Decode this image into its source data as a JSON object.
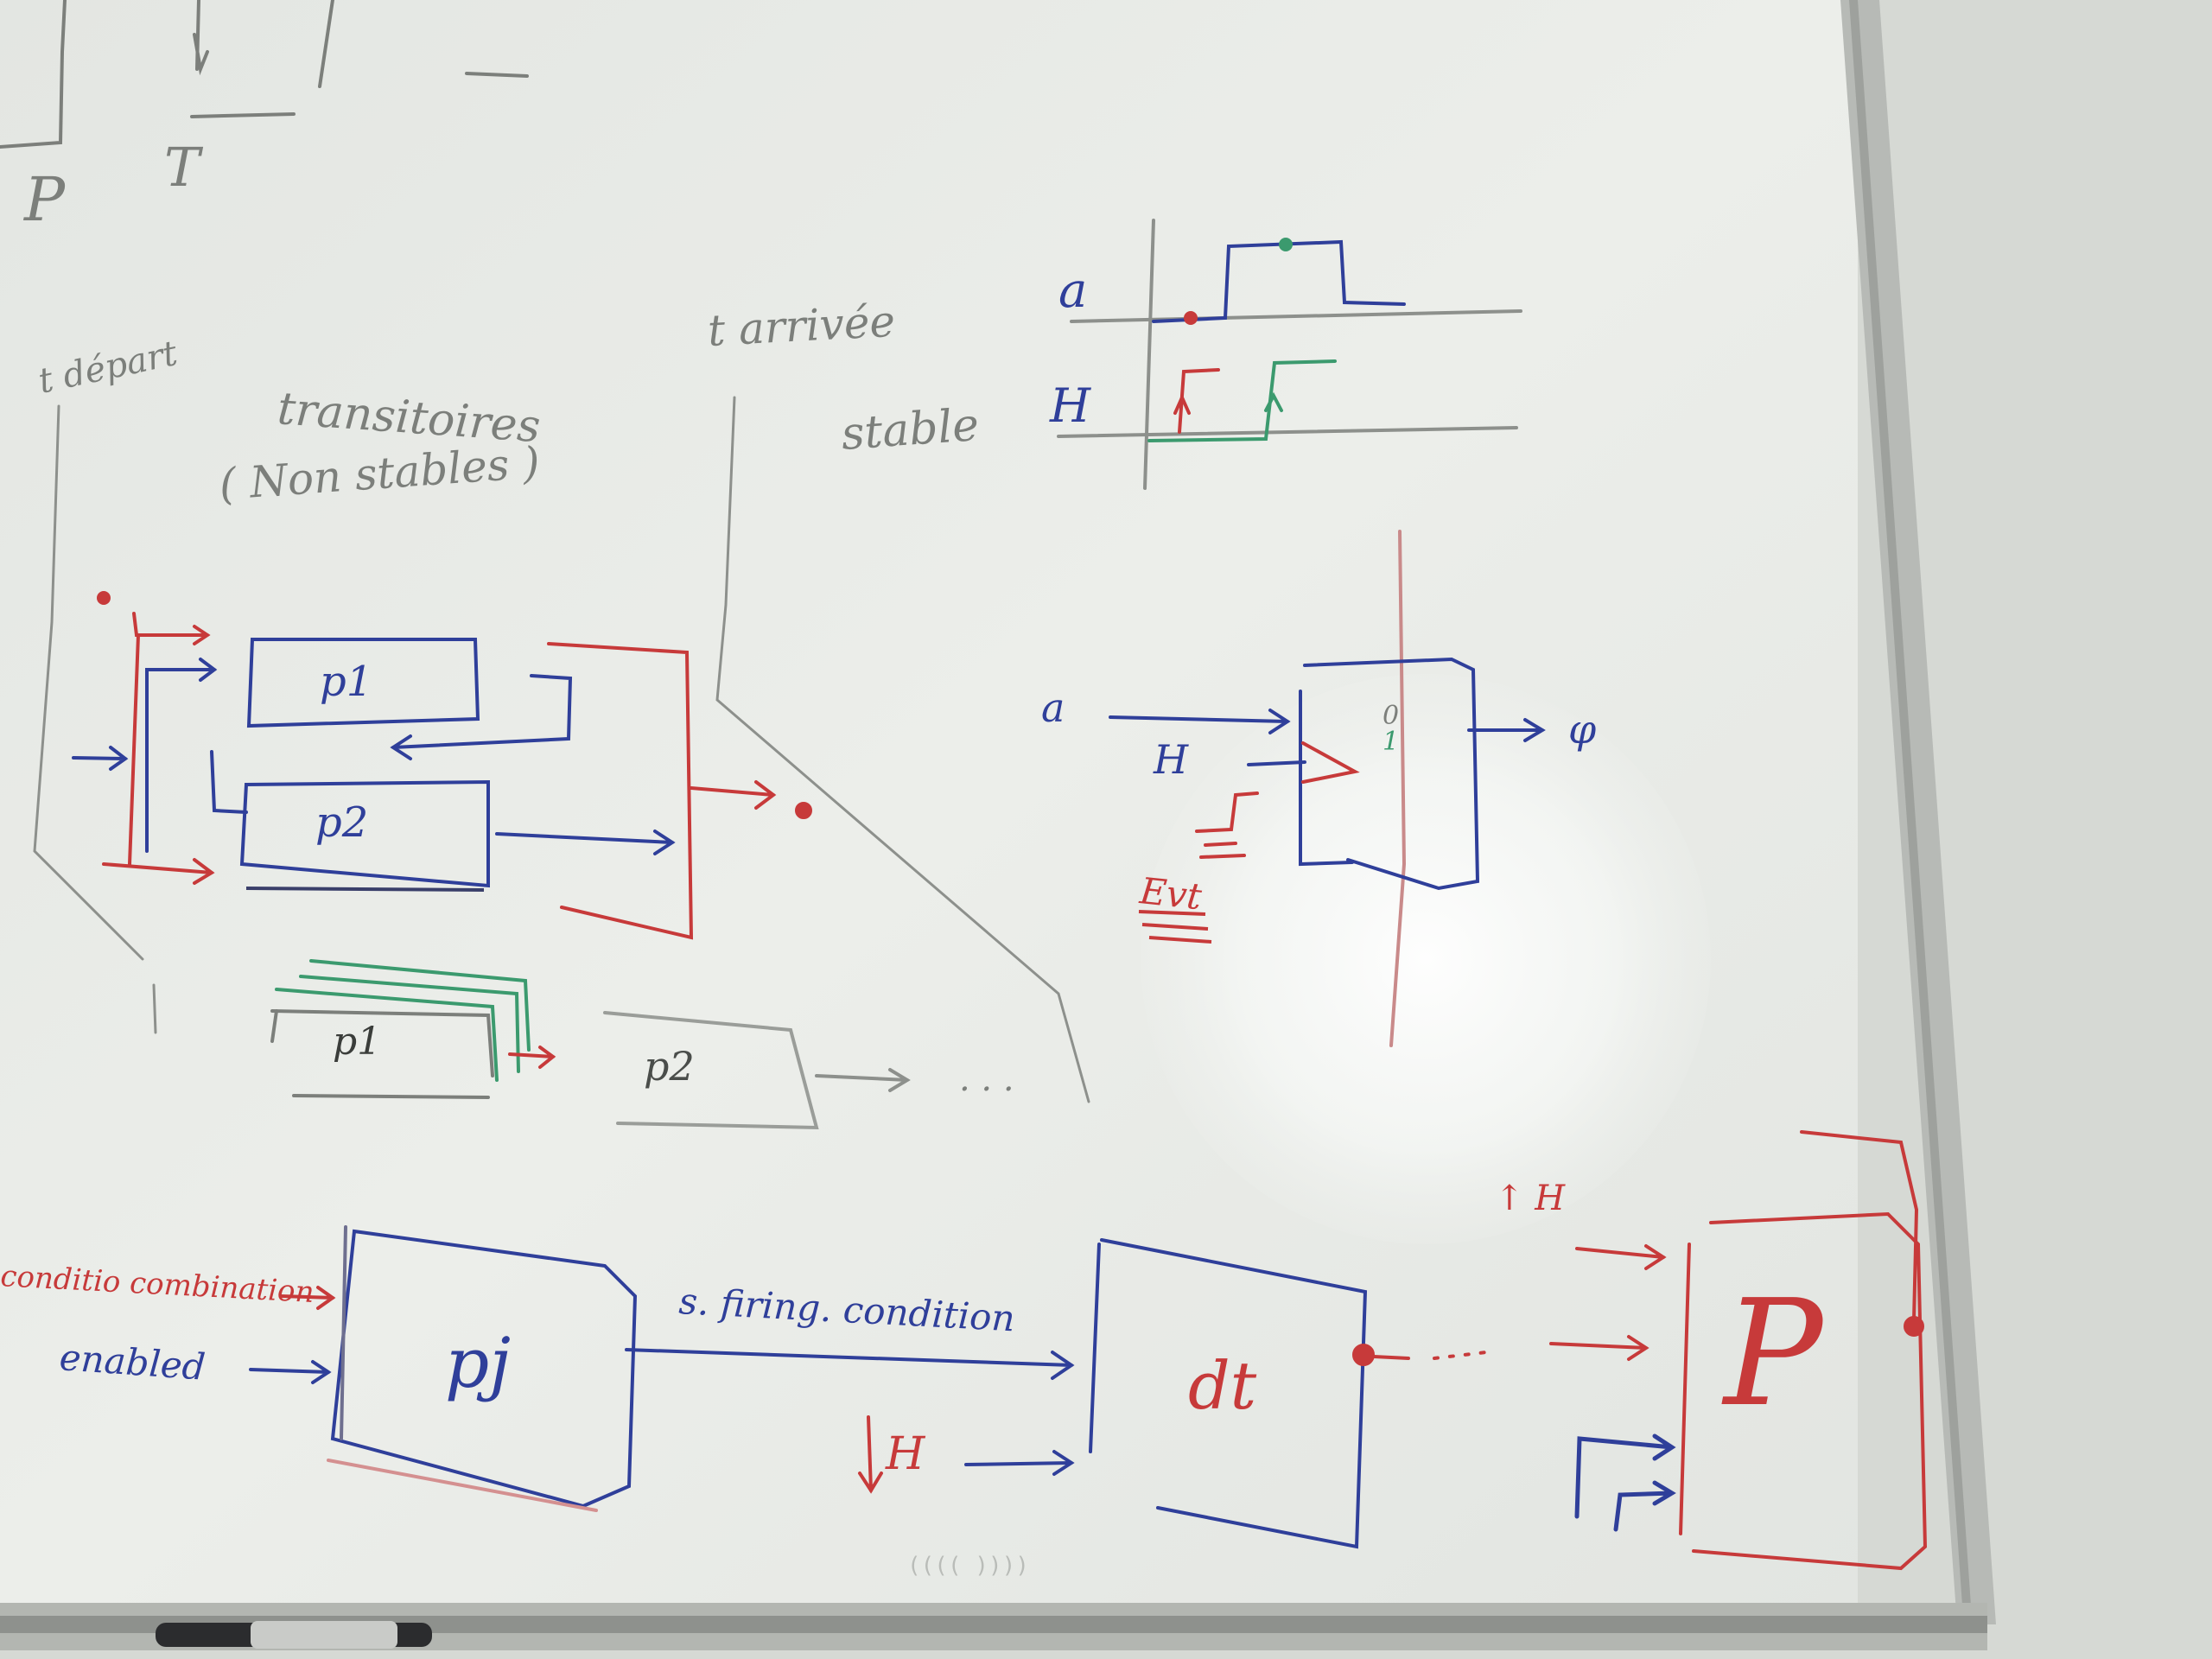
{
  "top_left": {
    "p_letter": "P",
    "t_letter": "T"
  },
  "left_section": {
    "t_depart": "t départ",
    "transitoires": "transitoires",
    "non_stables": "( Non stables )",
    "t_arrivee": "t arrivée",
    "stable": "stable",
    "p1": "p1",
    "p2": "p2",
    "p1_stack": "p1",
    "p2_next": "p2",
    "ellipsis": ". . ."
  },
  "timing": {
    "a_label": "a",
    "h_label": "H"
  },
  "flipflop": {
    "a_input": "a",
    "h_input": "H",
    "zero": "0",
    "one": "1",
    "output": "φ",
    "evt": "Evt"
  },
  "bottom": {
    "condition_combination": "conditio combination",
    "enabled": "enabled",
    "pj": "pj",
    "s_firing": "s. firing. condition",
    "h_down": "H",
    "dt": "dt",
    "arrow_h": "↑ H",
    "p_big": "P",
    "board_mark": "(((( ))))"
  },
  "colors": {
    "board": "#ebeeea",
    "blue_marker": "#2f3f9a",
    "red_marker": "#c73a3a",
    "green_marker": "#3b9a6e",
    "gray_marker": "#7c7f7b",
    "frame": "#a9aca8"
  }
}
